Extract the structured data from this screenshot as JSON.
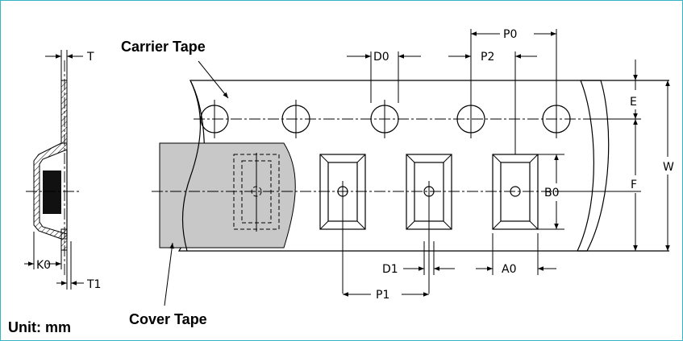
{
  "labels": {
    "carrier_tape": "Carrier Tape",
    "cover_tape": "Cover Tape",
    "unit": "Unit: mm"
  },
  "dimensions": {
    "T": "T",
    "T1": "T1",
    "K0": "K0",
    "P0": "P0",
    "P1": "P1",
    "P2": "P2",
    "D0": "D0",
    "D1": "D1",
    "A0": "A0",
    "B0": "B0",
    "E": "E",
    "F": "F",
    "W": "W"
  },
  "colors": {
    "border": "#35b5c4",
    "cover_tape": "#c8c8c8"
  }
}
